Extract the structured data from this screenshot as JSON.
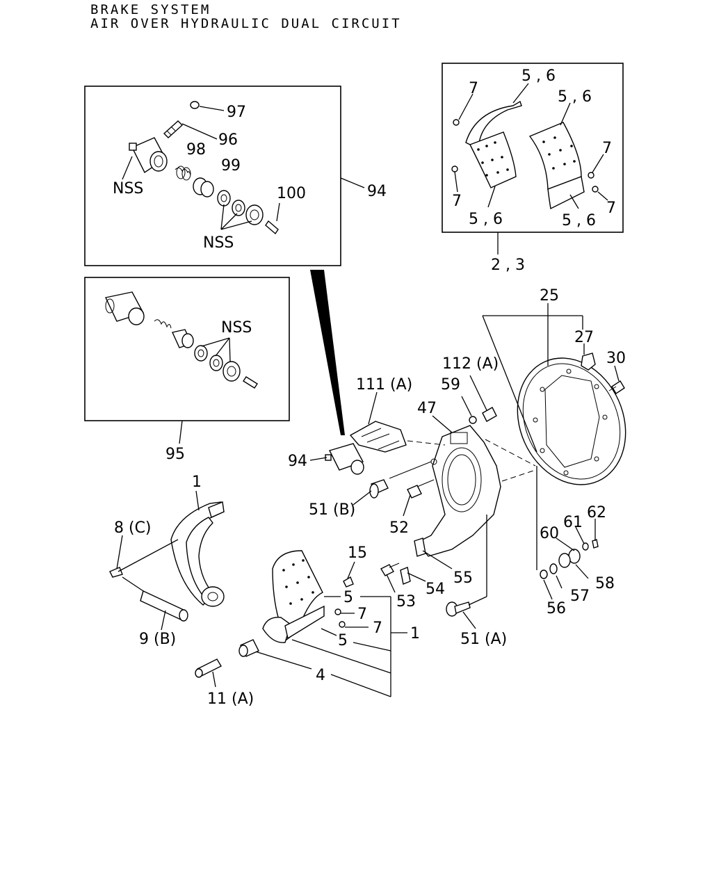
{
  "header": {
    "title_line1": "BRAKE SYSTEM",
    "title_line2": "AIR OVER HYDRAULIC DUAL CIRCUIT"
  },
  "labels": {
    "97": "97",
    "96": "96",
    "98": "98",
    "99": "99",
    "nss_cyl": "NSS",
    "100": "100",
    "nss_seals": "NSS",
    "94_box": "94",
    "nss_95": "NSS",
    "95": "95",
    "7_a": "7",
    "56_a": "5 , 6",
    "56_b": "5 , 6",
    "7_b": "7",
    "7_c": "7",
    "7_d": "7",
    "56_c": "5 , 6",
    "56_d": "5 , 6",
    "23": "2 , 3",
    "25": "25",
    "27": "27",
    "30": "30",
    "112a": "112 (A)",
    "111a": "111 (A)",
    "59": "59",
    "47": "47",
    "94_main": "94",
    "51b": "51 (B)",
    "52": "52",
    "60": "60",
    "61": "61",
    "62": "62",
    "1_top": "1",
    "8c": "8 (C)",
    "15": "15",
    "5_a": "5",
    "7_e": "7",
    "7_f": "7",
    "5_b": "5",
    "1_right": "1",
    "53": "53",
    "54": "54",
    "55": "55",
    "58": "58",
    "57": "57",
    "56": "56",
    "9b": "9 (B)",
    "51a": "51 (A)",
    "4": "4",
    "11a": "11 (A)"
  }
}
